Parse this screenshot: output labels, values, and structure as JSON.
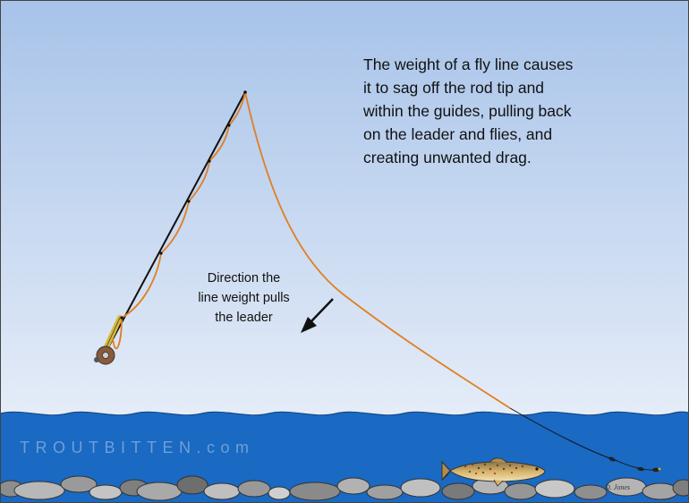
{
  "caption": "The weight of a fly line causes\nit to sag off the rod tip and\nwithin the guides, pulling back\non the leader and flies, and\ncreating unwanted drag.",
  "direction_label": "Direction the\nline weight pulls\nthe leader",
  "watermark": "TROUTBITTEN.com",
  "signature": "D. Jones",
  "colors": {
    "sky_top": "#a7c3e9",
    "sky_bottom": "#f2f5fb",
    "water": "#1a69c2",
    "fly_line": "#e07f22",
    "rod": "#111111",
    "reel": "#8a5a3c",
    "trout": "#c9a463"
  }
}
